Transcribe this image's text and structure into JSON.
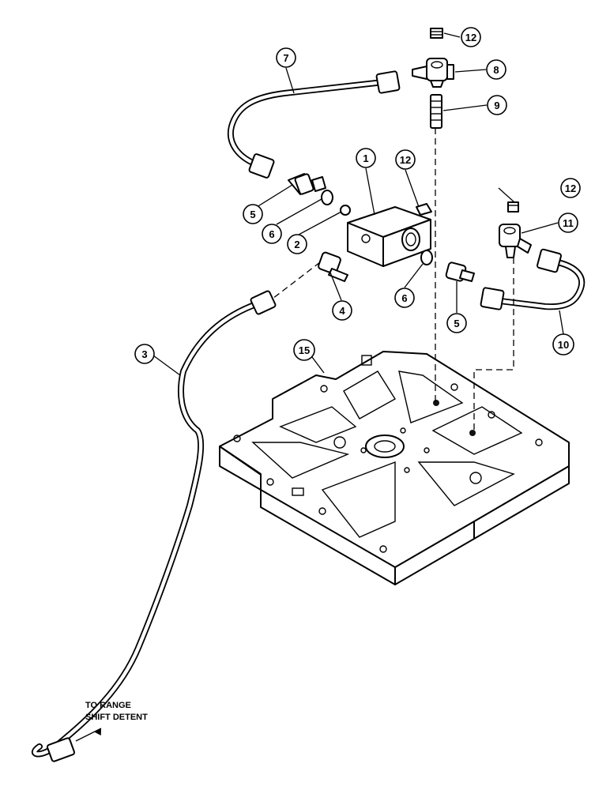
{
  "callouts": {
    "c1": "1",
    "c2": "2",
    "c3": "3",
    "c4": "4",
    "c5a": "5",
    "c5b": "5",
    "c6a": "6",
    "c6b": "6",
    "c7": "7",
    "c8": "8",
    "c9": "9",
    "c10": "10",
    "c11": "11",
    "c12a": "12",
    "c12b": "12",
    "c12c": "12",
    "c15": "15"
  },
  "note": {
    "line1": "TO RANGE",
    "line2": "SHIFT DETENT"
  },
  "colors": {
    "ink": "#000000",
    "paper": "#ffffff"
  }
}
